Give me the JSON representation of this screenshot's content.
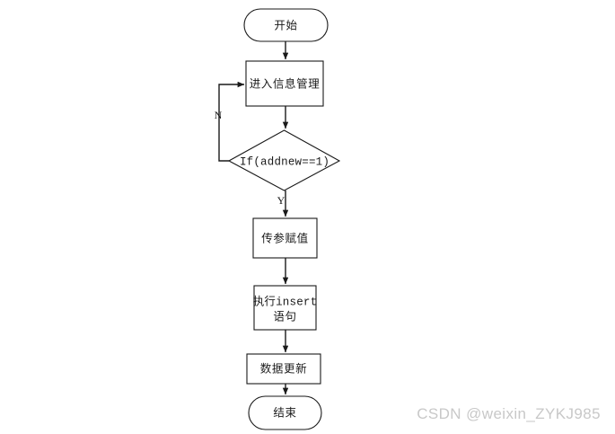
{
  "diagram": {
    "type": "flowchart",
    "background_color": "#ffffff",
    "line_color": "#1a1a1a",
    "nodes": [
      {
        "id": "start",
        "label": "开始",
        "shape": "terminator"
      },
      {
        "id": "enter-manage",
        "label": "进入信息管理",
        "shape": "process"
      },
      {
        "id": "decision",
        "label": "If(addnew==1)",
        "shape": "decision"
      },
      {
        "id": "assign",
        "label": "传参赋值",
        "shape": "process"
      },
      {
        "id": "insert-line1",
        "label": "执行insert",
        "shape": "process"
      },
      {
        "id": "insert-line2",
        "label": "语句",
        "shape": "process"
      },
      {
        "id": "update",
        "label": "数据更新",
        "shape": "process"
      },
      {
        "id": "end",
        "label": "结束",
        "shape": "terminator"
      }
    ],
    "branch_labels": {
      "no": "N",
      "yes": "Y"
    }
  },
  "watermark": {
    "text": "CSDN @weixin_ZYKJ985",
    "color": "#c8c8c8"
  }
}
